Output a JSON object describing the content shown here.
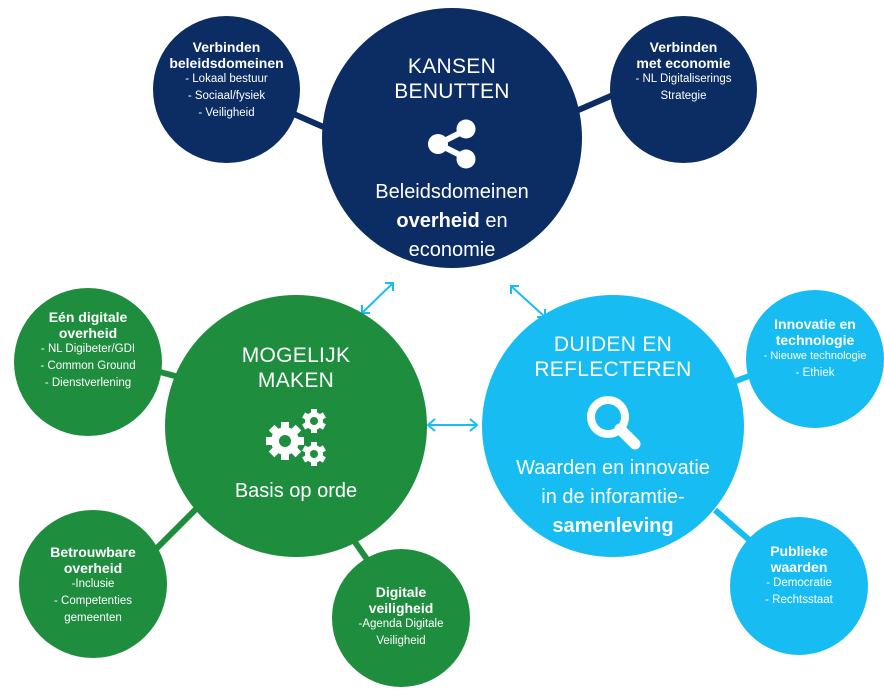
{
  "colors": {
    "navy": "#0b2d63",
    "green": "#1e8e3e",
    "cyan": "#17bdf2",
    "arrow": "#17bdf2"
  },
  "main": {
    "kansen": {
      "title_line1": "KANSEN",
      "title_line2": "BENUTTEN",
      "icon": "share-icon",
      "desc_line1": "Beleidsdomeinen",
      "desc_bold": "overheid",
      "desc_after_bold": " en",
      "desc_line3": "economie"
    },
    "mogelijk": {
      "title_line1": "MOGELIJK",
      "title_line2": "MAKEN",
      "icon": "gears-icon",
      "desc_line1": "Basis op orde"
    },
    "duiden": {
      "title_line1": "DUIDEN EN",
      "title_line2": "REFLECTEREN",
      "icon": "search-icon",
      "desc_line1": "Waarden en innovatie",
      "desc_line2": "in de inforamtie-",
      "desc_bold": "samenleving"
    }
  },
  "satellites": {
    "verbinden_beleid": {
      "title": [
        "Verbinden",
        "beleidsdomeinen"
      ],
      "items": [
        "- Lokaal bestuur",
        "- Sociaal/fysiek",
        "- Veiligheid"
      ]
    },
    "verbinden_economie": {
      "title": [
        "Verbinden",
        "met economie"
      ],
      "items": [
        "- NL Digitaliserings",
        "Strategie"
      ]
    },
    "een_digitale": {
      "title": [
        "Eén digitale",
        "overheid"
      ],
      "items": [
        "- NL Digibeter/GDI",
        "- Common Ground",
        "- Dienstverlening"
      ]
    },
    "betrouwbare": {
      "title": [
        "Betrouwbare",
        "overheid"
      ],
      "items": [
        "-Inclusie",
        "- Competenties",
        "gemeenten"
      ]
    },
    "digitale_veiligheid": {
      "title": [
        "Digitale",
        "veiligheid"
      ],
      "items": [
        "-Agenda Digitale",
        "Veiligheid"
      ]
    },
    "innovatie": {
      "title": [
        "Innovatie en",
        "technologie"
      ],
      "items": [
        "- Nieuwe technologie",
        "- Ethiek"
      ]
    },
    "publieke": {
      "title": [
        "Publieke",
        "waarden"
      ],
      "items": [
        "- Democratie",
        "- Rechtsstaat"
      ]
    }
  }
}
